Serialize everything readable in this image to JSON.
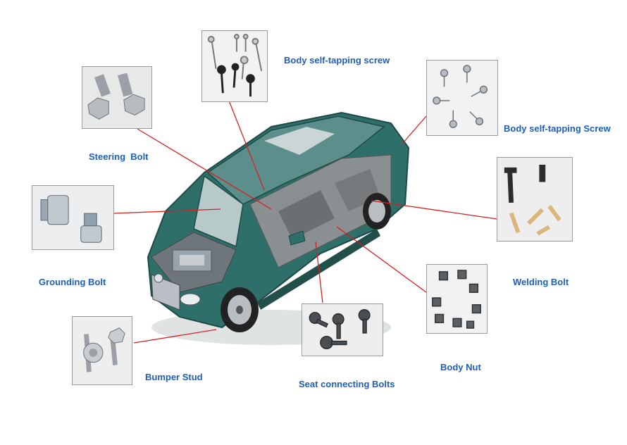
{
  "labels": {
    "steering_bolt": "Steering  Bolt",
    "body_self_tapping_screw_top": "Body self-tapping screw",
    "body_self_tapping_screw_right": "Body self-tapping Screw",
    "grounding_bolt": "Grounding Bolt",
    "welding_bolt": "Welding Bolt",
    "bumper_stud": "Bumper Stud",
    "seat_connecting_bolts": "Seat connecting Bolts",
    "body_nut": "Body Nut"
  },
  "colors": {
    "label_text": "#1f5fb4",
    "leader_line": "#d42020",
    "car_body": "#2f6f6a",
    "metal": "#9aa3ab",
    "brass": "#d9b67a",
    "dark_metal": "#3b3f44"
  }
}
